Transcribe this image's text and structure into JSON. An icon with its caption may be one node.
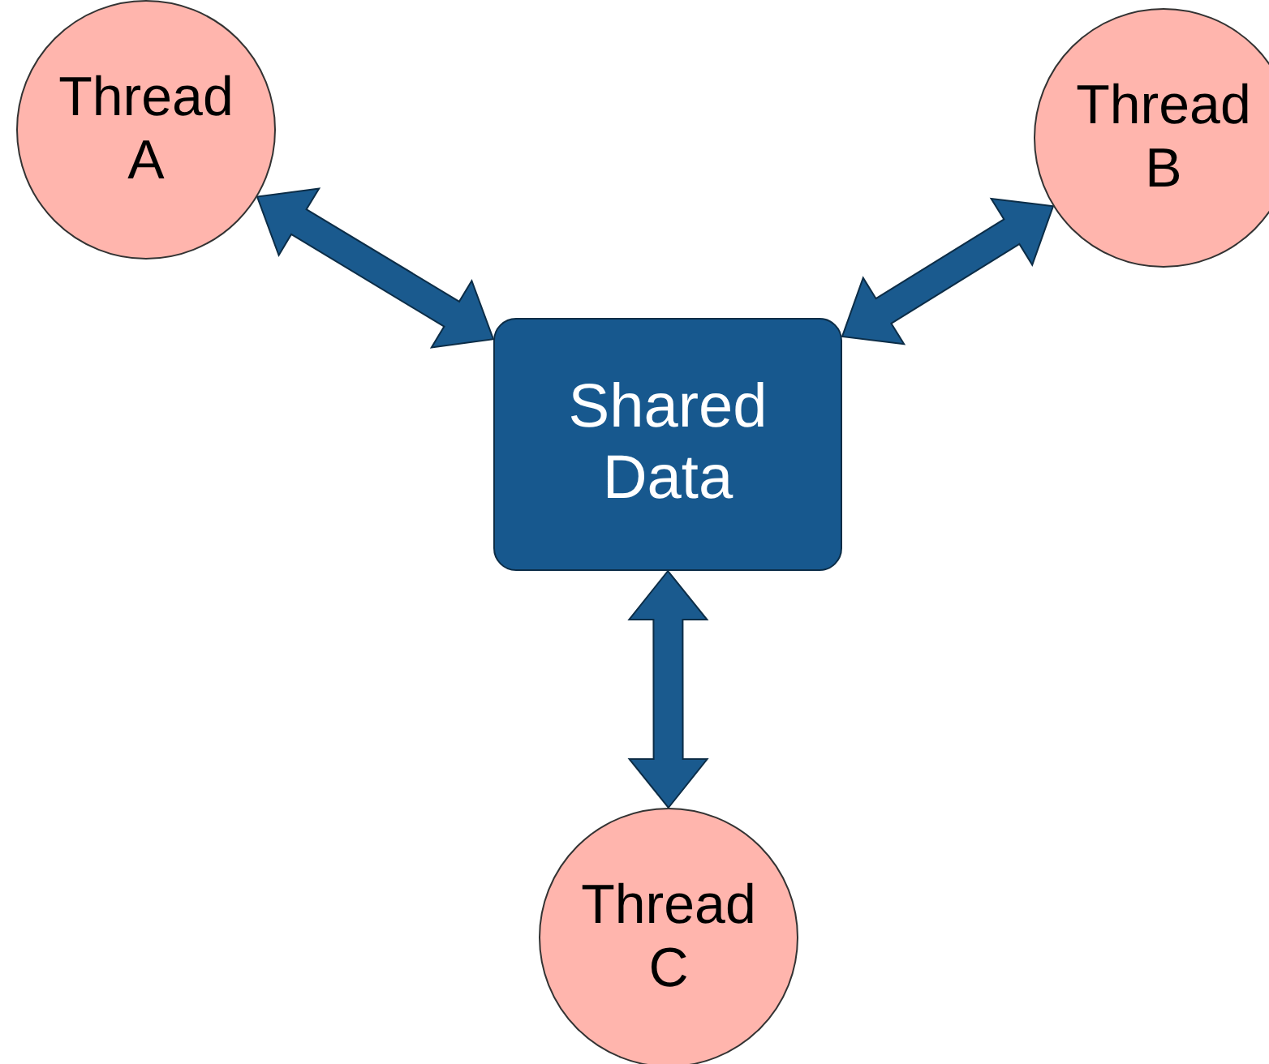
{
  "diagram": {
    "nodes": [
      {
        "text": [
          "Thread A"
        ]
      },
      {
        "text": [
          "Thread B"
        ]
      },
      {
        "text": [
          "Shared Data"
        ]
      },
      {
        "text": [
          "Thread C"
        ]
      }
    ],
    "edges": [
      {
        "from": 0,
        "to": 2,
        "arrow": "both",
        "style": "thick"
      },
      {
        "from": 1,
        "to": 2,
        "arrow": "both",
        "style": "thick"
      },
      {
        "from": 2,
        "to": 3,
        "arrow": "both",
        "style": "thick"
      }
    ]
  }
}
